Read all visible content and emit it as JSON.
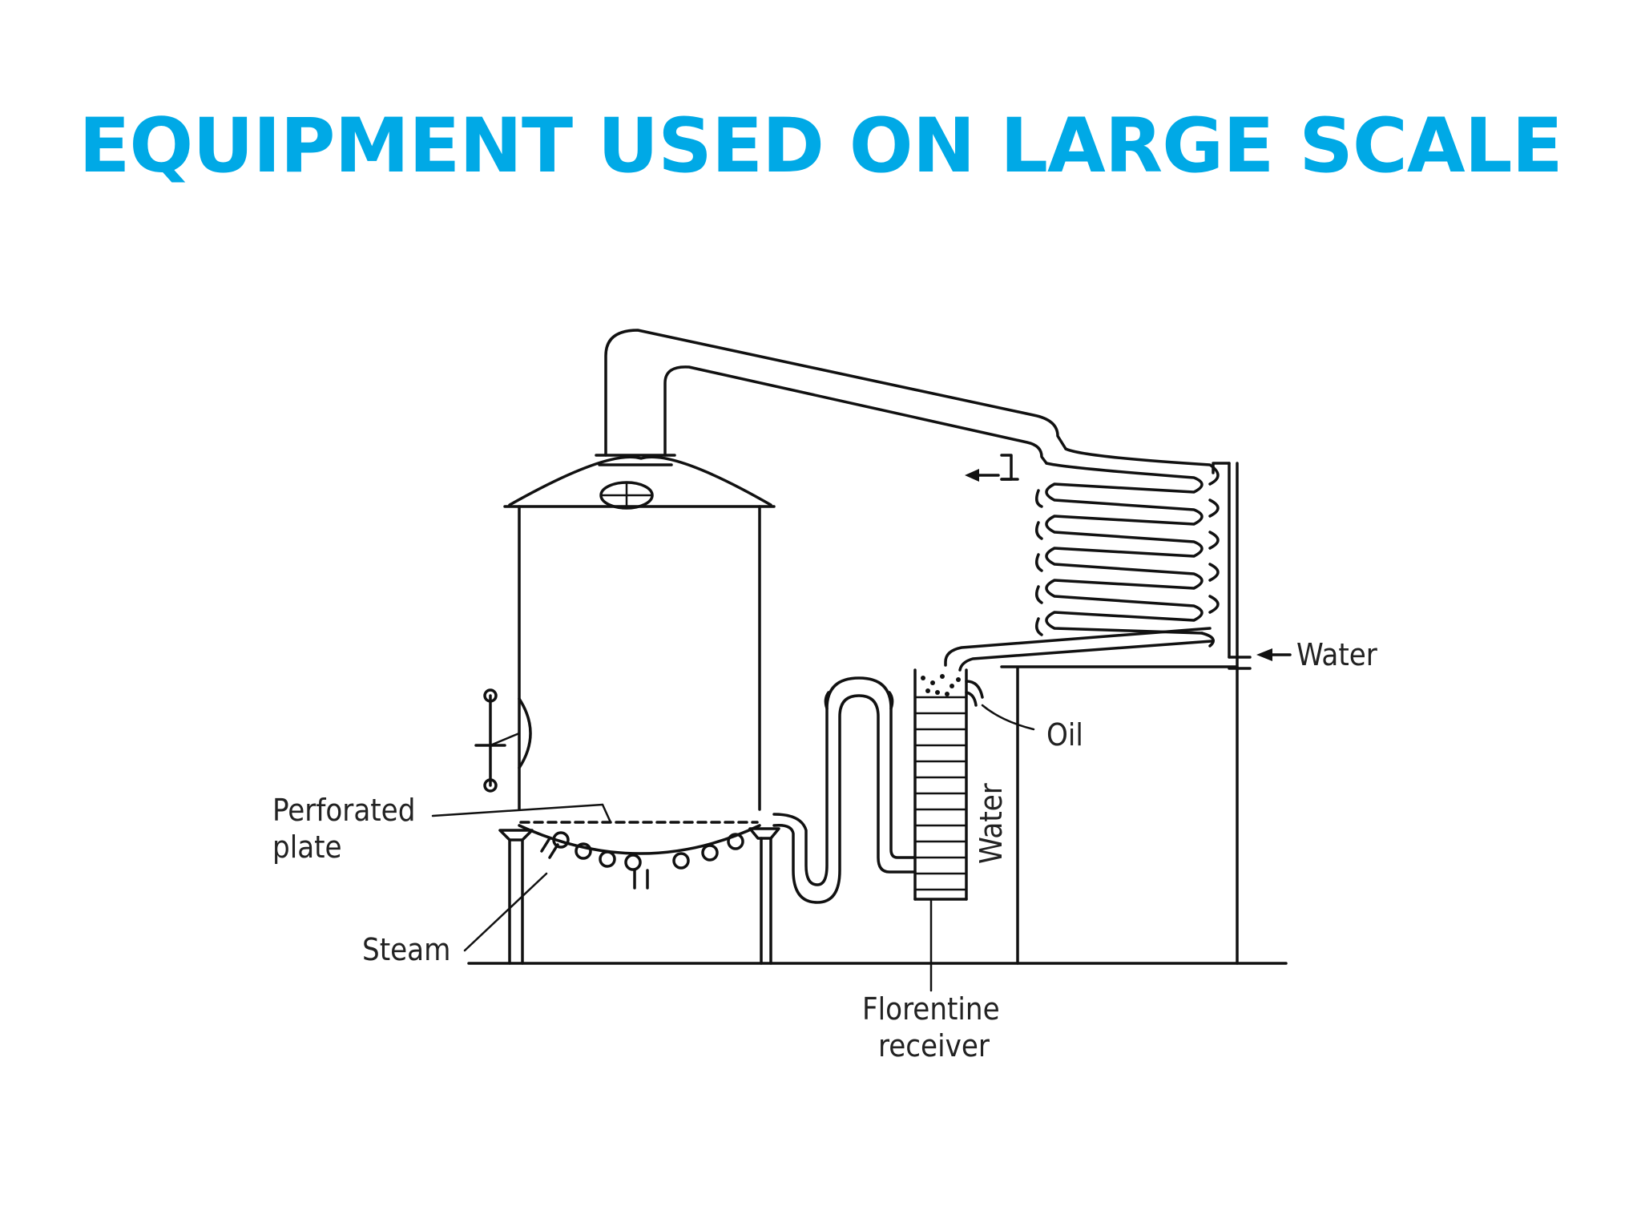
{
  "title": "EQUIPMENT USED ON LARGE SCALE",
  "colors": {
    "title": "#00a9e6",
    "line": "#111111",
    "background": "#ffffff"
  },
  "labels": {
    "perforated_plate_line1": "Perforated",
    "perforated_plate_line2": "plate",
    "steam": "Steam",
    "water_inlet": "Water",
    "oil": "Oil",
    "water_receiver": "Water",
    "florentine_line1": "Florentine",
    "florentine_line2": "receiver"
  }
}
